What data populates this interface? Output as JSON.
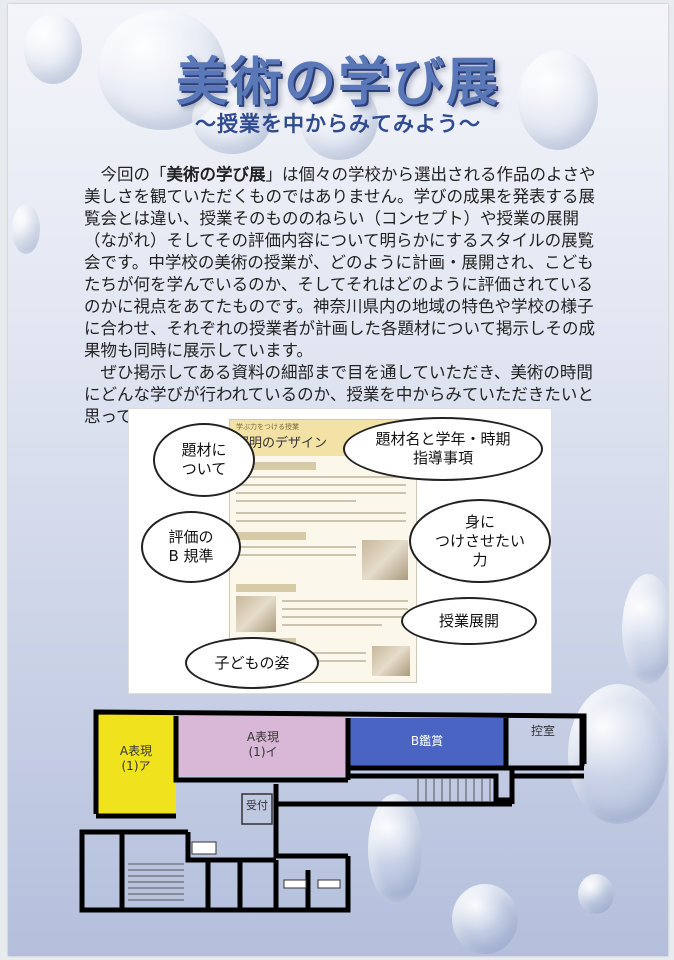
{
  "poster": {
    "title": "美術の学び展",
    "subtitle": "～授業を中からみてみよう～",
    "paragraph1_pre": "今回の「",
    "paragraph1_bold": "美術の学び展",
    "paragraph1_post": "」は個々の学校から選出される作品のよさや美しさを観ていただくものではありません。学びの成果を発表する展覧会とは違い、授業そのもののねらい（コンセプト）や授業の展開（ながれ）そしてその評価内容について明らかにするスタイルの展覧会です。中学校の美術の授業が、どのように計画・展開され、こどもたちが何を学んでいるのか、そしてそれはどのように評価されているのかに視点をあてたものです。神奈川県内の地域の特色や学校の様子に合わせ、それぞれの授業者が計画した各題材について掲示しその成果物も同時に展示しています。",
    "paragraph2": "ぜひ掲示してある資料の細部まで目を通していただき、美術の時間にどんな学びが行われているのか、授業を中からみていただきたいと思っています。"
  },
  "sample_sheet": {
    "caption": "学ぶ力をつける授業",
    "name": "照明のデザイン"
  },
  "callouts": {
    "theme": "題材に\nついて",
    "title_grade": "題材名と学年・時期\n指導事項",
    "abilities": "身に\nつけさせたい\n力",
    "criteria": "評価の\nB 規準",
    "lesson_flow": "授業展開",
    "students": "子どもの姿"
  },
  "floor_map": {
    "room_a1_line1": "A表現",
    "room_a1_line2": "(1)ア",
    "room_a2_line1": "A表現",
    "room_a2_line2": "(1)イ",
    "room_b": "B鑑賞",
    "waiting_room": "控室",
    "reception": "受付",
    "colors": {
      "room_a1": "#f0e31e",
      "room_a2": "#d8b8d6",
      "room_b": "#4a64c4"
    }
  }
}
